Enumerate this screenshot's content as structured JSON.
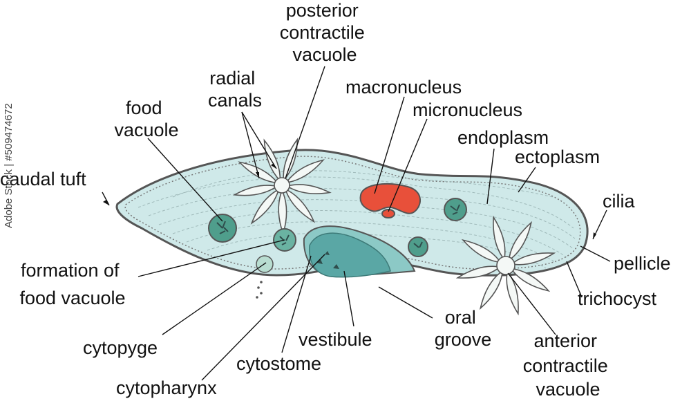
{
  "diagram": {
    "labels": {
      "posterior_contractile_vacuole": [
        "posterior",
        "contractile",
        "vacuole"
      ],
      "radial_canals": [
        "radial",
        "canals"
      ],
      "macronucleus": [
        "macronucleus"
      ],
      "micronucleus": [
        "micronucleus"
      ],
      "food_vacuole": [
        "food",
        "vacuole"
      ],
      "endoplasm": [
        "endoplasm"
      ],
      "ectoplasm": [
        "ectoplasm"
      ],
      "caudal_tuft": [
        "caudal tuft"
      ],
      "cilia": [
        "cilia"
      ],
      "pellicle": [
        "pellicle"
      ],
      "formation_of_food_vacuole": [
        "formation of",
        "food vacuole"
      ],
      "trichocyst": [
        "trichocyst"
      ],
      "oral_groove": [
        "oral",
        "groove"
      ],
      "vestibule": [
        "vestibule"
      ],
      "cytopyge": [
        "cytopyge"
      ],
      "anterior_contractile_vacuole": [
        "anterior",
        "contractile",
        "vacuole"
      ],
      "cytostome": [
        "cytostome"
      ],
      "cytopharynx": [
        "cytopharynx"
      ]
    },
    "colors": {
      "cell_body": "#cfe9e9",
      "outline": "#555555",
      "macronucleus": "#e8503a",
      "food_vacuole": "#4f9e8c",
      "oral_groove": "#5aa7a5",
      "vacuole_fill": "#f4f8f6"
    }
  },
  "watermark": "Adobe Stock | #509474672"
}
